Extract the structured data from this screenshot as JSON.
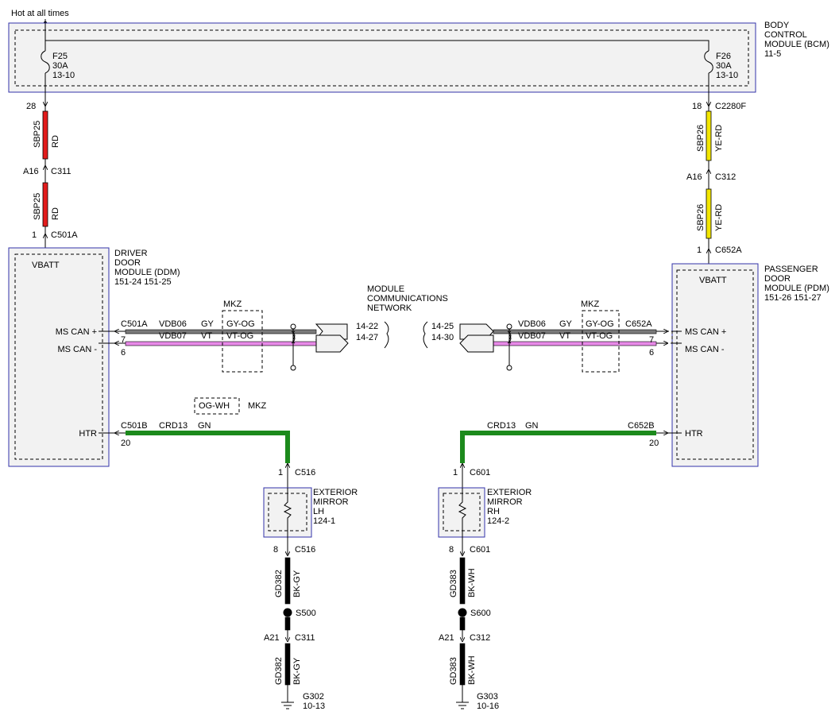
{
  "header": {
    "hot_label": "Hot at all times"
  },
  "modules": {
    "bcm": {
      "line1": "BODY",
      "line2": "CONTROL",
      "line3": "MODULE (BCM)",
      "ref": "11-5"
    },
    "ddm": {
      "line1": "DRIVER",
      "line2": "DOOR",
      "line3": "MODULE (DDM)",
      "ref": "151-24  151-25",
      "vbatt": "VBATT",
      "ms_can_plus": "MS CAN +",
      "ms_can_minus": "MS CAN -",
      "htr": "HTR"
    },
    "pdm": {
      "line1": "PASSENGER",
      "line2": "DOOR",
      "line3": "MODULE (PDM)",
      "ref": "151-26  151-27",
      "vbatt": "VBATT",
      "ms_can_plus": "MS CAN +",
      "ms_can_minus": "MS CAN -",
      "htr": "HTR"
    },
    "mirror_lh": {
      "line1": "EXTERIOR",
      "line2": "MIRROR",
      "line3": "LH",
      "ref": "124-1"
    },
    "mirror_rh": {
      "line1": "EXTERIOR",
      "line2": "MIRROR",
      "line3": "RH",
      "ref": "124-2"
    }
  },
  "fuses": {
    "f25": {
      "name": "F25",
      "rating": "30A",
      "ref": "13-10"
    },
    "f26": {
      "name": "F26",
      "rating": "30A",
      "ref": "13-10"
    }
  },
  "network": {
    "line1": "MODULE",
    "line2": "COMMUNICATIONS",
    "line3": "NETWORK",
    "left_ref1": "14-22",
    "left_ref2": "14-27",
    "right_ref1": "14-25",
    "right_ref2": "14-30"
  },
  "left": {
    "pin_28": "28",
    "sbp25_a": "SBP25",
    "rd_a": "RD",
    "pin_a16": "A16",
    "c311": "C311",
    "sbp25_b": "SBP25",
    "rd_b": "RD",
    "pin_1": "1",
    "c501a": "C501A",
    "can_conn": "C501A",
    "vdb06": "VDB06",
    "gy": "GY",
    "pin_7": "7",
    "vdb07": "VDB07",
    "vt": "VT",
    "pin_6": "6",
    "mkz": "MKZ",
    "gy_og": "GY-OG",
    "vt_og": "VT-OG",
    "og_wh": "OG-WH",
    "mkz2": "MKZ",
    "c501b": "C501B",
    "crd13": "CRD13",
    "gn": "GN",
    "pin_20": "20",
    "m_pin1": "1",
    "c516_a": "C516",
    "m_pin8": "8",
    "c516_b": "C516",
    "gd382_a": "GD382",
    "bkgy_a": "BK-GY",
    "s500": "S500",
    "pin_a21": "A21",
    "c311_b": "C311",
    "gd382_b": "GD382",
    "bkgy_b": "BK-GY",
    "g302": "G302",
    "g302_ref": "10-13"
  },
  "right": {
    "pin_18": "18",
    "c2280f": "C2280F",
    "sbp26_a": "SBP26",
    "yerd_a": "YE-RD",
    "pin_a16": "A16",
    "c312": "C312",
    "sbp26_b": "SBP26",
    "yerd_b": "YE-RD",
    "pin_1": "1",
    "c652a": "C652A",
    "vdb06": "VDB06",
    "gy": "GY",
    "gy_og": "GY-OG",
    "can_conn": "C652A",
    "pin_7": "7",
    "vdb07": "VDB07",
    "vt": "VT",
    "vt_og": "VT-OG",
    "pin_6": "6",
    "mkz": "MKZ",
    "crd13": "CRD13",
    "gn": "GN",
    "c652b": "C652B",
    "pin_20": "20",
    "m_pin1": "1",
    "c601_a": "C601",
    "m_pin8": "8",
    "c601_b": "C601",
    "gd383_a": "GD383",
    "bkwh_a": "BK-WH",
    "s600": "S600",
    "pin_a21": "A21",
    "c312_b": "C312",
    "gd383_b": "GD383",
    "bkwh_b": "BK-WH",
    "g303": "G303",
    "g303_ref": "10-16"
  },
  "colors": {
    "red": "#e21b1b",
    "yellow": "#f2e600",
    "gray": "#7a7a7a",
    "violet": "#e88ae8",
    "green": "#1c8a1c",
    "black": "#000000",
    "module_border": "#3333aa"
  }
}
